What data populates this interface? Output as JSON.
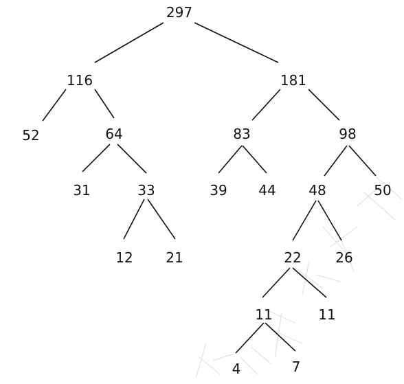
{
  "tree": {
    "nodes": {
      "n297": "297",
      "n116": "116",
      "n181": "181",
      "n52": "52",
      "n64": "64",
      "n83": "83",
      "n98": "98",
      "n31": "31",
      "n33": "33",
      "n39": "39",
      "n44": "44",
      "n48": "48",
      "n50": "50",
      "n12": "12",
      "n21": "21",
      "n22": "22",
      "n26": "26",
      "n11a": "11",
      "n11b": "11",
      "n4": "4",
      "n7": "7"
    }
  }
}
